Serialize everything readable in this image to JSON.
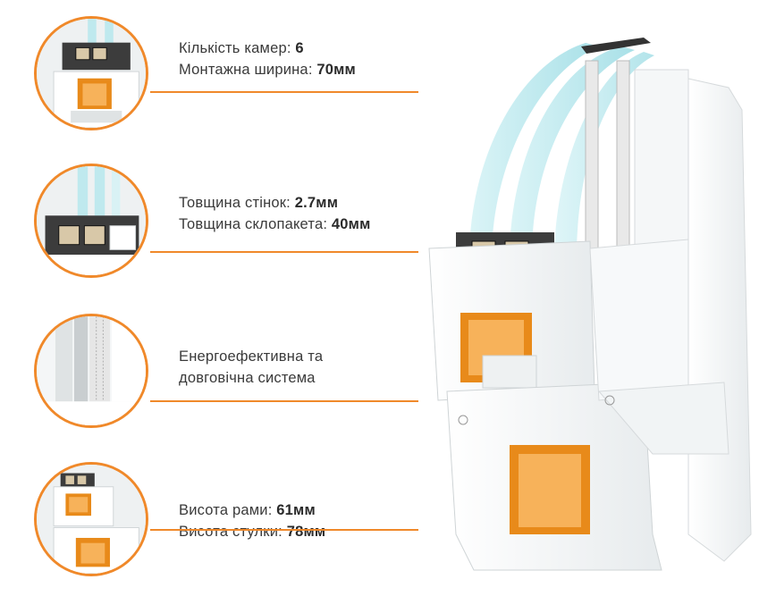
{
  "features": [
    {
      "lines": [
        {
          "label": "Кількість камер: ",
          "value": "6"
        },
        {
          "label": "Монтажна ширина: ",
          "value": "70мм"
        }
      ]
    },
    {
      "lines": [
        {
          "label": "Товщина стінок: ",
          "value": "2.7мм"
        },
        {
          "label": "Товщина склопакета: ",
          "value": "40мм"
        }
      ]
    },
    {
      "lines": [
        {
          "label": "Енергоефективна та",
          "value": ""
        },
        {
          "label": "довговічна система",
          "value": ""
        }
      ]
    },
    {
      "lines": [
        {
          "label": "Висота рами: ",
          "value": "61мм"
        },
        {
          "label": "Висота стулки: ",
          "value": "78мм"
        }
      ]
    }
  ],
  "colors": {
    "accent": "#f0892a",
    "reinforcement": "#e88a1a",
    "glass": "#bfe9ee",
    "seal": "#3c3c3c"
  }
}
